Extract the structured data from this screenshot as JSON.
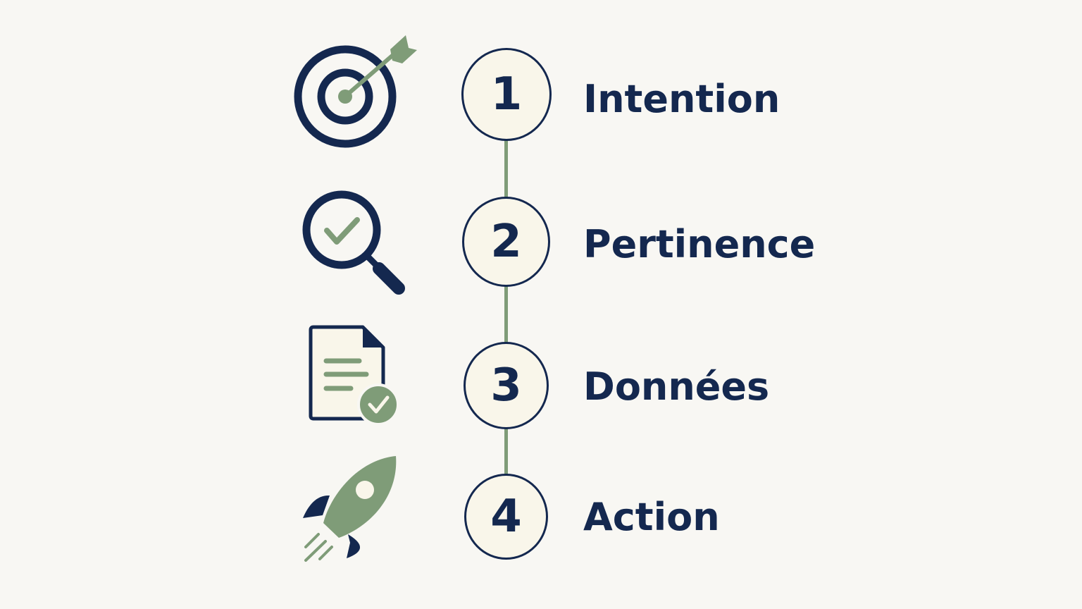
{
  "colors": {
    "background": "#f8f7f3",
    "navy": "#14284f",
    "sage": "#7f9c78",
    "circle_fill": "#f9f6ea"
  },
  "steps": [
    {
      "number": "1",
      "label": "Intention",
      "icon": "target-with-arrow-icon"
    },
    {
      "number": "2",
      "label": "Pertinence",
      "icon": "magnifier-check-icon"
    },
    {
      "number": "3",
      "label": "Données",
      "icon": "document-check-icon"
    },
    {
      "number": "4",
      "label": "Action",
      "icon": "rocket-icon"
    }
  ]
}
